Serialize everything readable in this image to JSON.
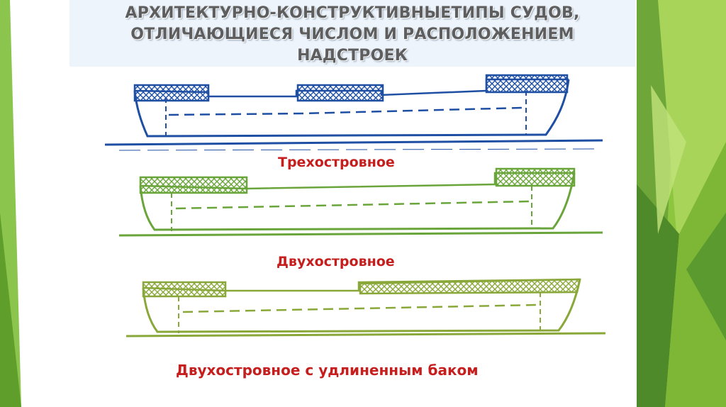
{
  "slide": {
    "title_lines": [
      "АРХИТЕКТУРНО-КОНСТРУКТИВНЫЕТИПЫ СУДОВ,",
      "ОТЛИЧАЮЩИЕСЯ ЧИСЛОМ И РАСПОЛОЖЕНИЕМ",
      "НАДСТРОЕК"
    ]
  },
  "diagrams": [
    {
      "caption": "Трехостровное",
      "color": "#1f4fa3",
      "superstructures": [
        "poop",
        "bridge",
        "forecastle"
      ]
    },
    {
      "caption": "Двухостровное",
      "color": "#6aa53b",
      "superstructures": [
        "poop",
        "forecastle"
      ]
    },
    {
      "caption": "Двухостровное с удлиненным баком",
      "color": "#8aa83a",
      "superstructures": [
        "poop",
        "long-forecastle"
      ]
    }
  ],
  "theme": {
    "deco_greens": [
      "#6fa63a",
      "#8cc63f",
      "#4e8a2a",
      "#a8d45a",
      "#3f7a22"
    ]
  }
}
